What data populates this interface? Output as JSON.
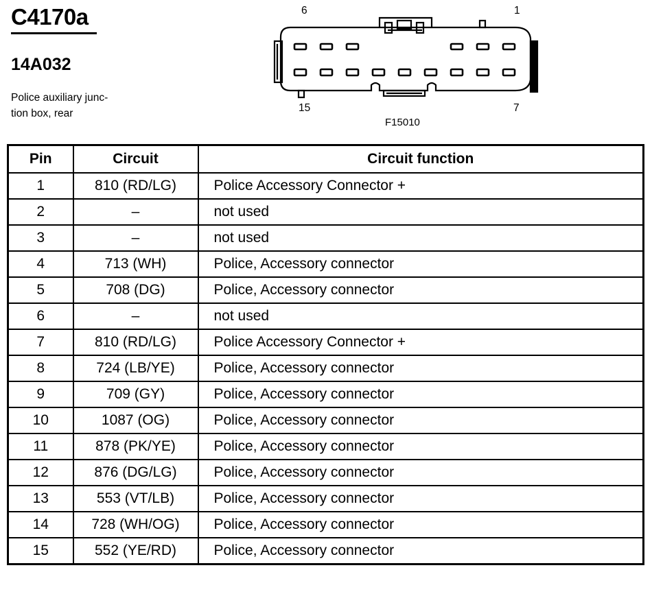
{
  "header": {
    "connector_id": "C4170a",
    "part_number": "14A032",
    "description_line1": "Police auxiliary junc-",
    "description_line2": "tion box, rear"
  },
  "diagram": {
    "pin_label_top_left": "6",
    "pin_label_top_right": "1",
    "pin_label_bottom_left": "15",
    "pin_label_bottom_right": "7",
    "figure_id": "F15010"
  },
  "table": {
    "headers": {
      "pin": "Pin",
      "circuit": "Circuit",
      "function": "Circuit function"
    },
    "rows": [
      {
        "pin": "1",
        "circuit": "810 (RD/LG)",
        "function": "Police Accessory Connector +"
      },
      {
        "pin": "2",
        "circuit": "–",
        "function": "not used"
      },
      {
        "pin": "3",
        "circuit": "–",
        "function": "not used"
      },
      {
        "pin": "4",
        "circuit": "713 (WH)",
        "function": "Police, Accessory connector"
      },
      {
        "pin": "5",
        "circuit": "708 (DG)",
        "function": "Police, Accessory connector"
      },
      {
        "pin": "6",
        "circuit": "–",
        "function": "not used"
      },
      {
        "pin": "7",
        "circuit": "810 (RD/LG)",
        "function": "Police Accessory Connector +"
      },
      {
        "pin": "8",
        "circuit": "724 (LB/YE)",
        "function": "Police, Accessory connector"
      },
      {
        "pin": "9",
        "circuit": "709 (GY)",
        "function": "Police, Accessory connector"
      },
      {
        "pin": "10",
        "circuit": "1087 (OG)",
        "function": "Police, Accessory connector"
      },
      {
        "pin": "11",
        "circuit": "878 (PK/YE)",
        "function": "Police, Accessory connector"
      },
      {
        "pin": "12",
        "circuit": "876 (DG/LG)",
        "function": "Police, Accessory connector"
      },
      {
        "pin": "13",
        "circuit": "553 (VT/LB)",
        "function": "Police, Accessory connector"
      },
      {
        "pin": "14",
        "circuit": "728 (WH/OG)",
        "function": "Police, Accessory connector"
      },
      {
        "pin": "15",
        "circuit": "552 (YE/RD)",
        "function": "Police, Accessory connector"
      }
    ]
  }
}
